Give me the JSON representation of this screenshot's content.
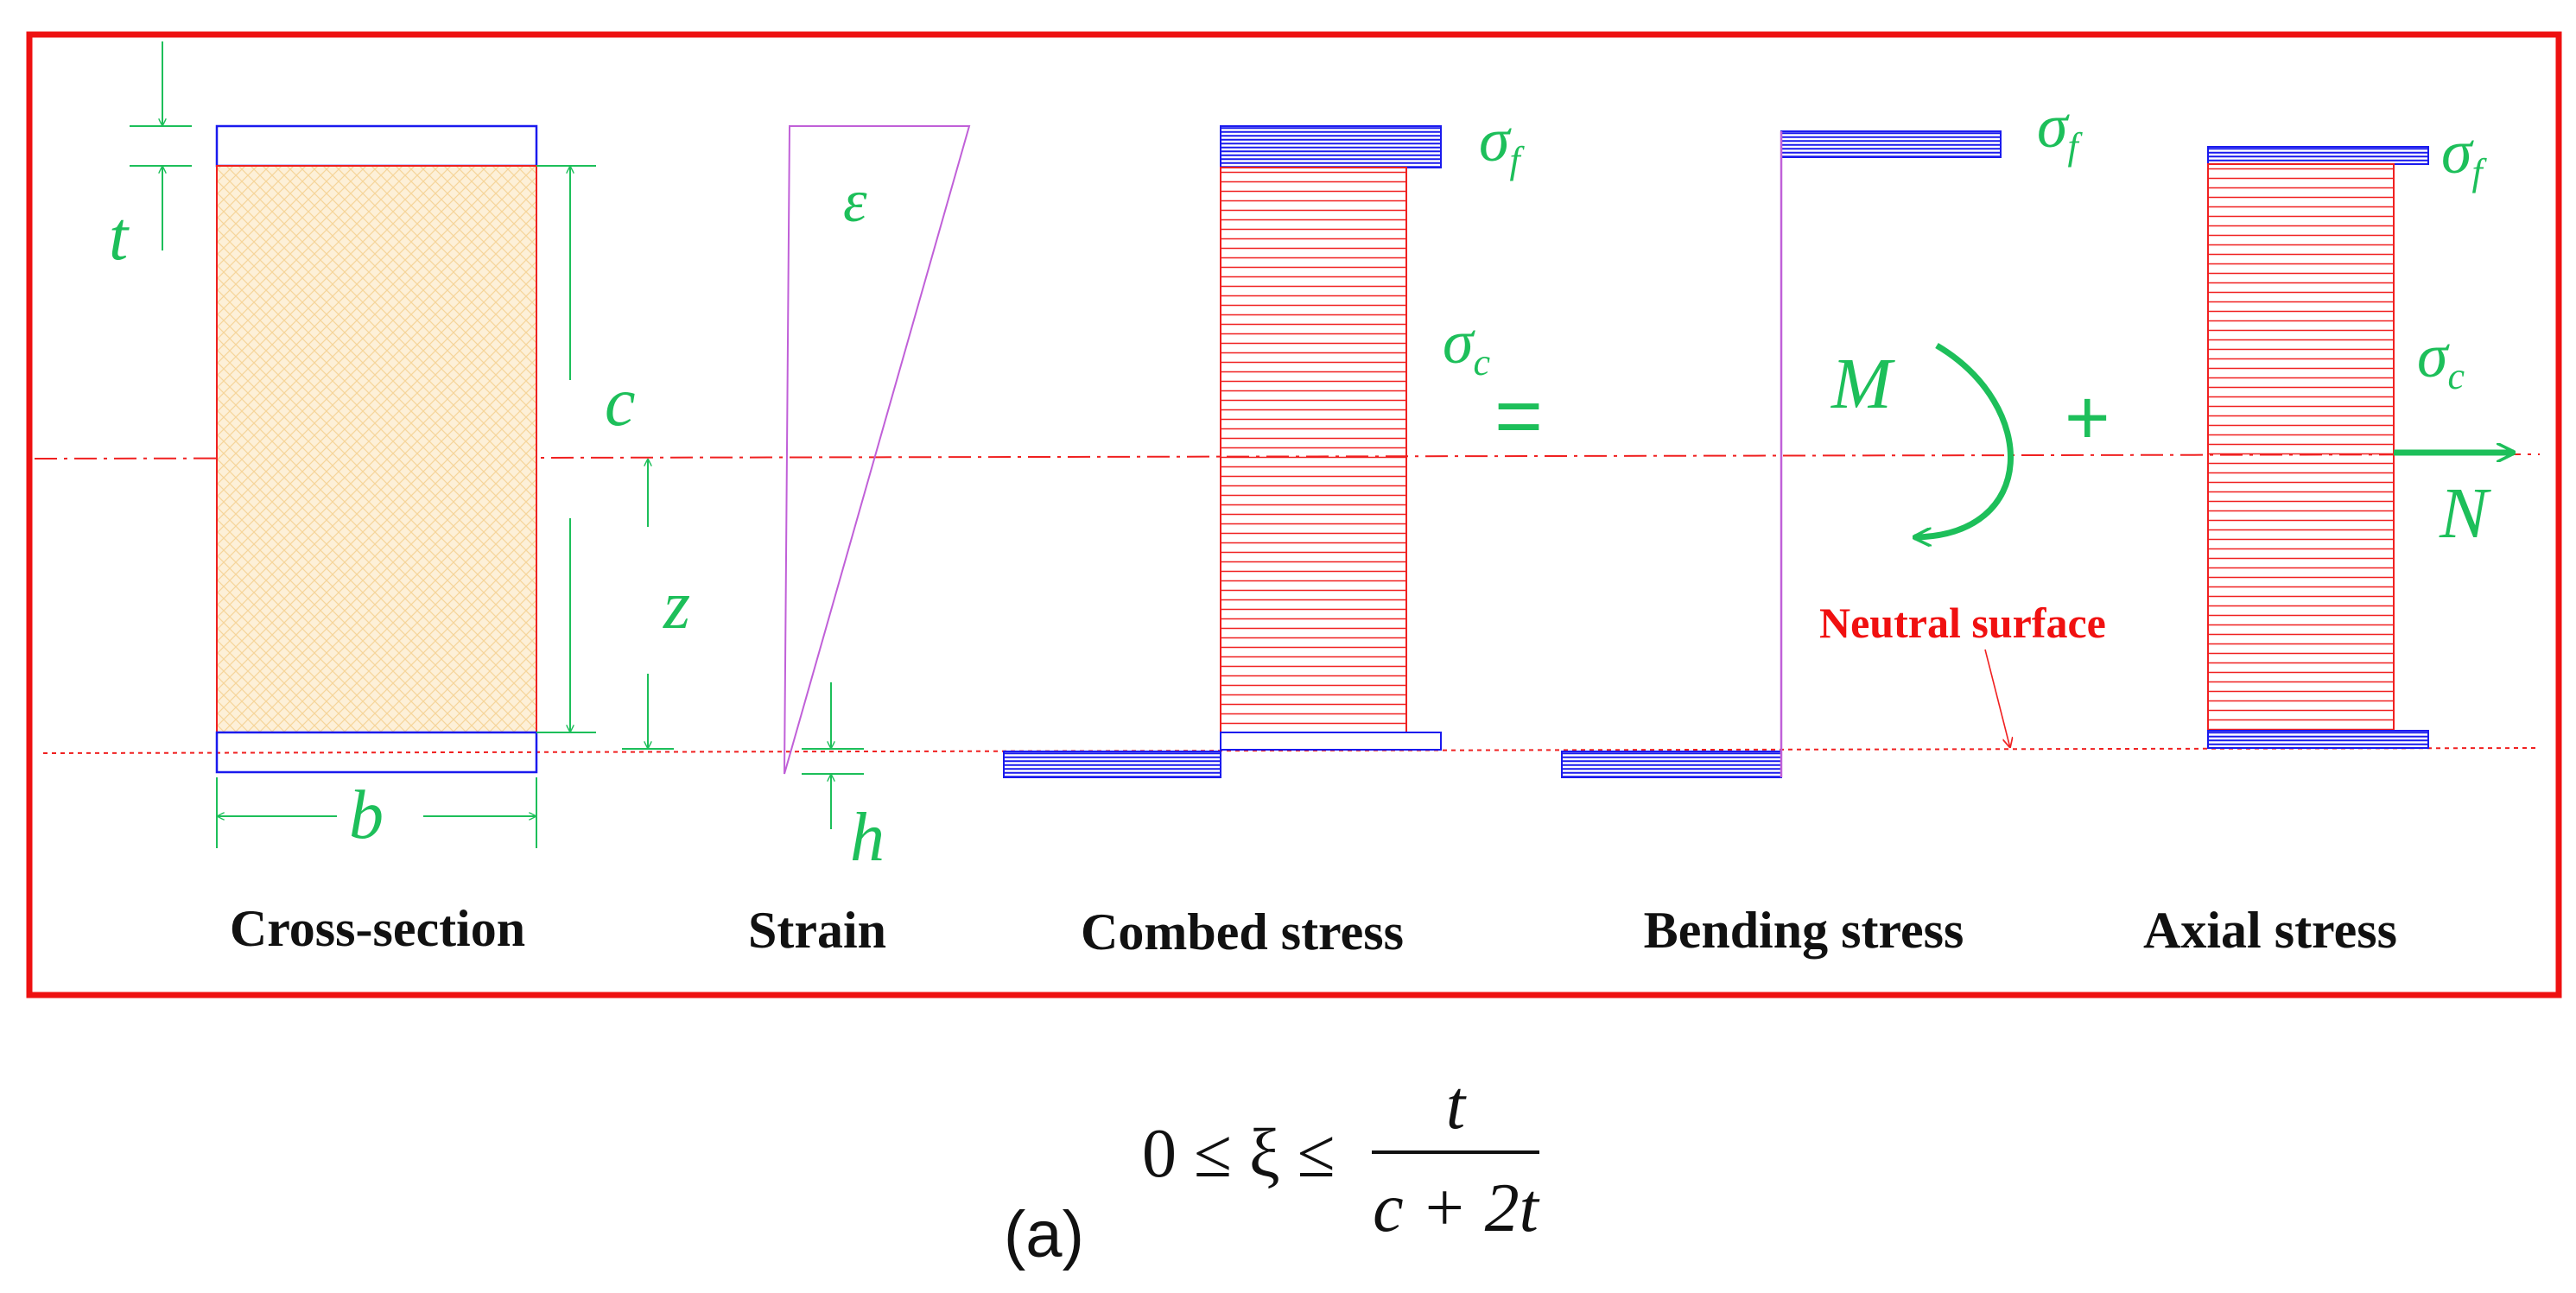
{
  "colors": {
    "frame": "#ee1111",
    "face_blue": "#1a1aee",
    "core_red": "#f02020",
    "annot_green": "#1dbf5a",
    "core_fill": "#fde9c8",
    "strain_purple": "#c060d8"
  },
  "symbols": {
    "t": "t",
    "c": "c",
    "z": "z",
    "b": "b",
    "h": "h",
    "epsilon": "ε",
    "sigma": "σ",
    "sub_f": "f",
    "sub_c": "c",
    "M": "M",
    "N": "N",
    "equals": "=",
    "plus": "+"
  },
  "labels": {
    "neutral_surface": "Neutral surface",
    "cross_section": "Cross-section",
    "strain": "Strain",
    "combined_stress": "Combed stress",
    "bending_stress": "Bending stress",
    "axial_stress": "Axial stress"
  },
  "caption": {
    "panel": "(a)",
    "lhs": "0 ≤ ξ ≤",
    "numerator": "t",
    "denominator": "c + 2t"
  }
}
